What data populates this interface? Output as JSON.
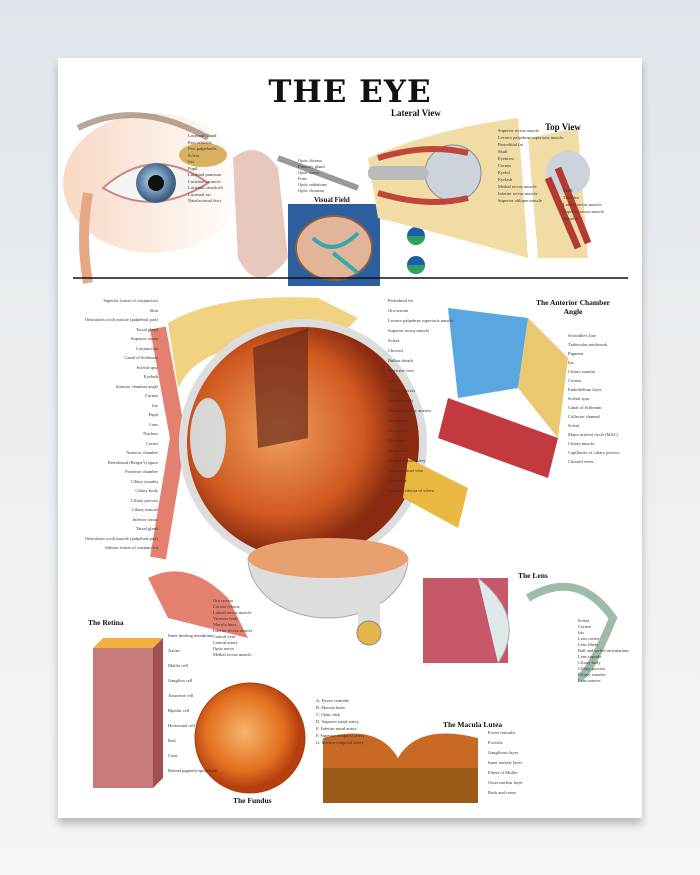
{
  "title": "THE EYE",
  "sections": {
    "lateral_view": "Lateral View",
    "top_view": "Top View",
    "visual_field": "Visual Field",
    "anterior_chamber": "The Anterior Chamber Angle",
    "lens": "The Lens",
    "retina": "The Retina",
    "fundus": "The Fundus",
    "macula": "The Macula Lutea"
  },
  "labels": {
    "external": [
      "Lacrimal Gland",
      "Pars orbitalis",
      "Pars palpebralis",
      "Sclera",
      "Iris",
      "Pupil",
      "Lacrimal punctum",
      "Lacrimal caruncle",
      "Lacrimal canaliculi",
      "Lacrimal sac",
      "Nasolacrimal duct"
    ],
    "visual": [
      "Optic chiasm",
      "Pituitary gland",
      "Optic nerve",
      "Pons",
      "Optic radiations",
      "Optic chiasma"
    ],
    "lateral": [
      "Superior rectus muscle",
      "Levator palpebrae superioris muscle",
      "Periorbital fat",
      "Skull",
      "Eyebrow",
      "Cornea",
      "Eyelid",
      "Eyelash",
      "Medial rectus muscle",
      "Inferior rectus muscle",
      "Superior oblique muscle"
    ],
    "top": [
      "Skull",
      "Trochlea",
      "Lateral rectus muscle",
      "Superior rectus muscle",
      "Annulus"
    ],
    "main_left": [
      "Superior fornix of conjunctiva",
      "Skin",
      "Orbicularis oculi muscle (palpebral part)",
      "Tarsal gland",
      "Superior tarsus",
      "Conjunctiva",
      "Canal of Schlemm",
      "Scleral spur",
      "Eyelash",
      "Anterior chamber angle",
      "Cornea",
      "Iris",
      "Pupil",
      "Lens",
      "Nucleus",
      "Cortex",
      "Anterior chamber",
      "Retrolental (Berger's) space",
      "Posterior chamber",
      "Ciliary zonules",
      "Ciliary body",
      "Ciliary process",
      "Ciliary muscle",
      "Inferior tarsus",
      "Tarsal gland",
      "Orbicularis oculi muscle (palpebral part)",
      "Inferior fornix of conjunctiva"
    ],
    "main_right": [
      "Periorbital fat",
      "Ora serrata",
      "Levator palpebrae superioris muscle",
      "Superior rectus muscle",
      "Sclera",
      "Choroid",
      "Bulbar sheath",
      "Vorticose vein",
      "Retina",
      "Ciliary process",
      "Vitreous body",
      "Posterior ciliary arteries",
      "Dura mater",
      "Arachnoid",
      "Pia mater",
      "Optic nerve",
      "Central retinal artery",
      "Central retinal vein",
      "Optic disk",
      "Lamina cribrosa of sclera"
    ],
    "anterior": [
      "Schwalbe's line",
      "Trabecular meshwork",
      "Pigment",
      "Iris",
      "Ciliary zonules",
      "Cornea",
      "Endothelium layer",
      "Scleral spur",
      "Canal of Schlemm",
      "Collector channel",
      "Sclera",
      "Major arterial circle (MAC)",
      "Ciliary muscle",
      "Capillaries of ciliary process",
      "Choroid veins"
    ],
    "globe": [
      "Ora serrata",
      "Corona ciliaris",
      "Lateral rectus muscle",
      "Vitreous body",
      "Macula lutea",
      "Inferior rectus muscle",
      "Central vein",
      "Central artery",
      "Optic nerve",
      "Medial rectus muscle"
    ],
    "lens": [
      "Sclera",
      "Cornea",
      "Iris",
      "Lens cortex",
      "Lens fibers",
      "Ball and socket articulations",
      "Lens capsule",
      "Ciliary body",
      "Ciliary process",
      "Ciliary zonules",
      "Lens sutures"
    ],
    "retina": [
      "Inner limiting membrane",
      "Axons",
      "Muller cell",
      "Ganglion cell",
      "Amacrine cell",
      "Bipolar cell",
      "Horizontal cell",
      "Rod",
      "Cone",
      "Retinal pigment epithelium"
    ],
    "fundus": [
      "A. Fovea centralis",
      "B. Macula lutea",
      "C. Optic disk",
      "D. Superior nasal artery",
      "E. Inferior nasal artery",
      "F. Superior temporal artery",
      "G. Inferior temporal artery"
    ],
    "macula": [
      "Fovea centralis",
      "Foveola",
      "Ganglionic layer",
      "Inner nuclear layer",
      "Fibers of Muller",
      "Outer nuclear layer",
      "Rods and cones"
    ]
  }
}
